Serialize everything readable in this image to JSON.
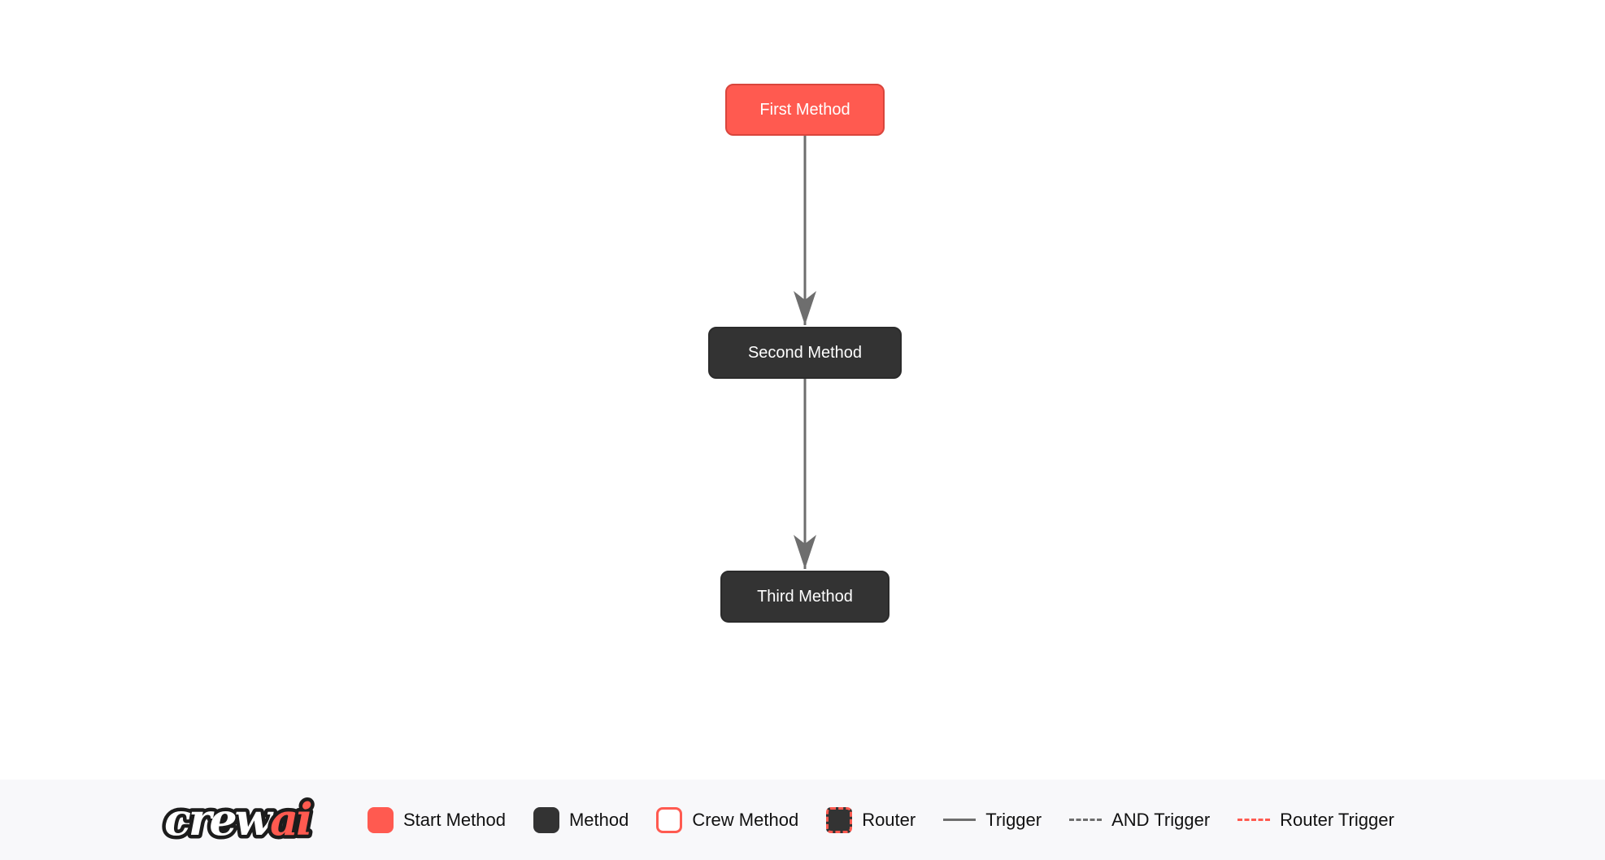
{
  "diagram": {
    "nodes": [
      {
        "id": "first",
        "label": "First Method",
        "type": "start"
      },
      {
        "id": "second",
        "label": "Second Method",
        "type": "method"
      },
      {
        "id": "third",
        "label": "Third Method",
        "type": "method"
      }
    ],
    "edges": [
      {
        "from": "first",
        "to": "second",
        "type": "trigger"
      },
      {
        "from": "second",
        "to": "third",
        "type": "trigger"
      }
    ]
  },
  "footer": {
    "logo": {
      "part1": "crew",
      "part2": "ai"
    },
    "legend": [
      {
        "label": "Start Method",
        "swatch": "start"
      },
      {
        "label": "Method",
        "swatch": "method"
      },
      {
        "label": "Crew Method",
        "swatch": "crew"
      },
      {
        "label": "Router",
        "swatch": "router"
      },
      {
        "label": "Trigger",
        "swatch": "line-solid"
      },
      {
        "label": "AND Trigger",
        "swatch": "line-dashed"
      },
      {
        "label": "Router Trigger",
        "swatch": "line-dashed-red"
      }
    ]
  },
  "colors": {
    "start_method": "#FF5A50",
    "method": "#333333",
    "edge": "#6e6e6e",
    "footer_background": "#f8f8fa",
    "canvas_background": "#ffffff"
  }
}
